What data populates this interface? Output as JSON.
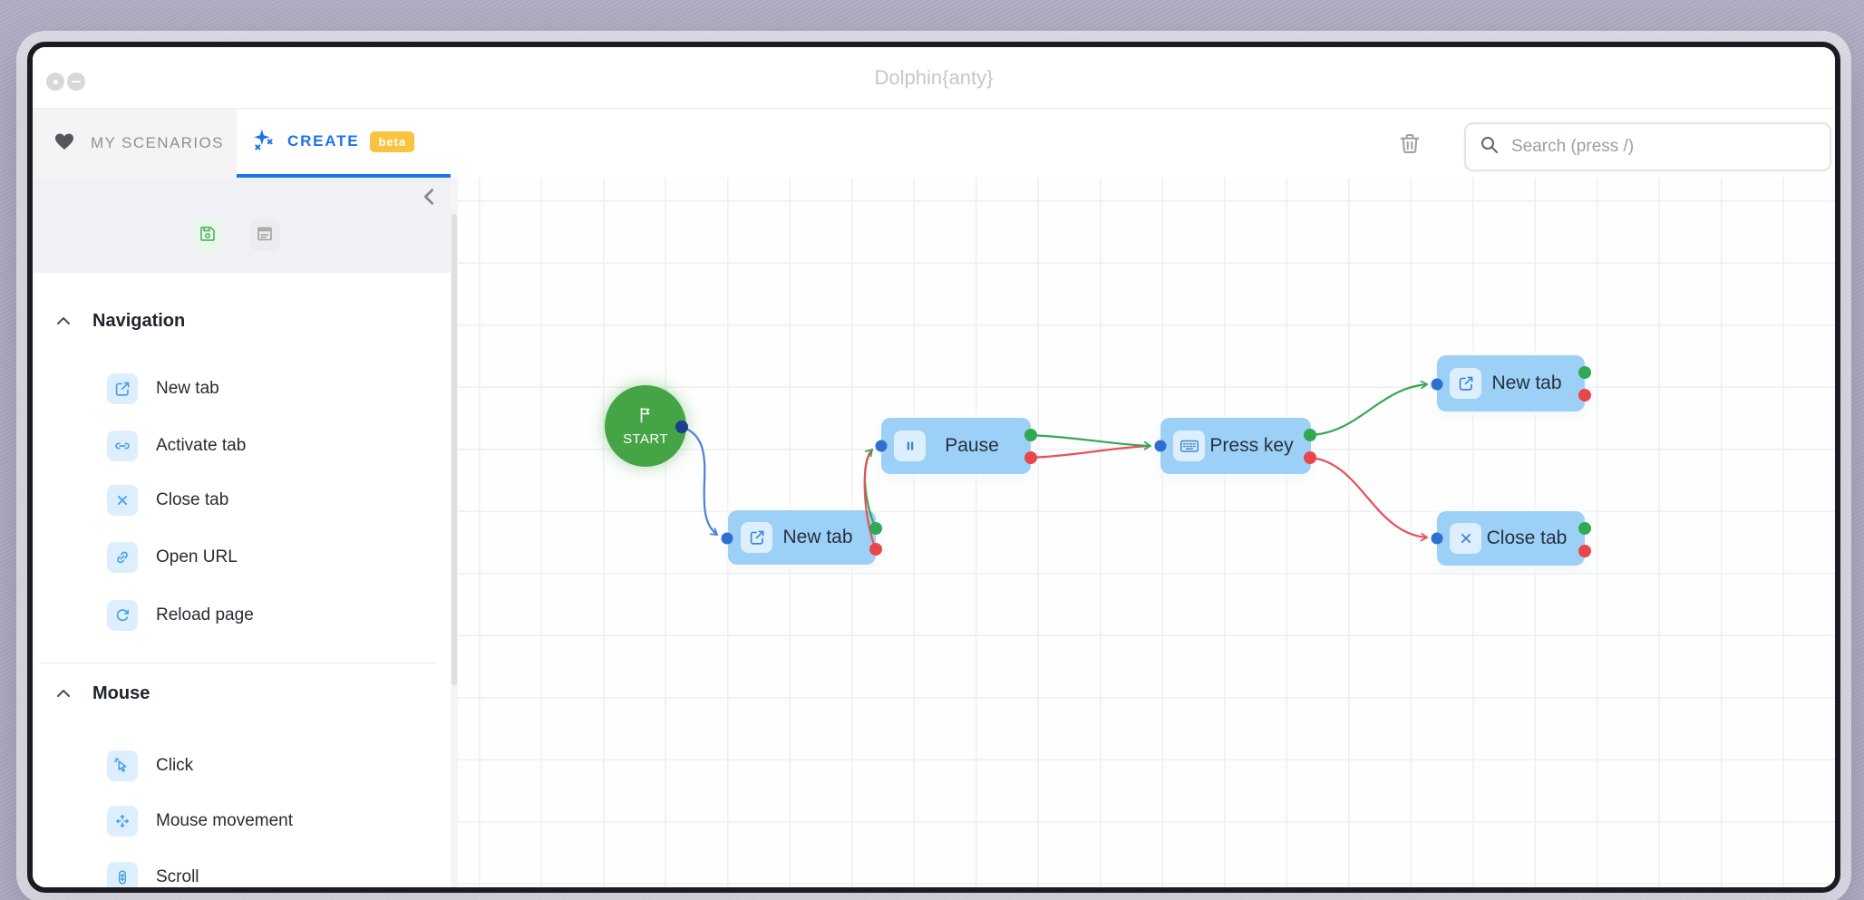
{
  "window": {
    "title": "Dolphin{anty}"
  },
  "tab_bar": {
    "my_scenarios": "MY SCENARIOS",
    "create": "CREATE",
    "beta": "beta"
  },
  "search": {
    "placeholder": "Search (press /)"
  },
  "sidebar": {
    "sections": [
      {
        "title": "Navigation",
        "items": [
          {
            "label": "New tab",
            "icon": "external-link"
          },
          {
            "label": "Activate tab",
            "icon": "link-horizontal"
          },
          {
            "label": "Close tab",
            "icon": "close-x"
          },
          {
            "label": "Open URL",
            "icon": "chain-link"
          },
          {
            "label": "Reload page",
            "icon": "reload-arrow"
          }
        ]
      },
      {
        "title": "Mouse",
        "items": [
          {
            "label": "Click",
            "icon": "cursor-click"
          },
          {
            "label": "Mouse movement",
            "icon": "move-arrows"
          },
          {
            "label": "Scroll",
            "icon": "mouse-scroll"
          }
        ]
      }
    ]
  },
  "canvas": {
    "start": {
      "label": "START",
      "icon": "flag"
    },
    "nodes": [
      {
        "label": "New tab",
        "icon": "external-link"
      },
      {
        "label": "Pause",
        "icon": "pause-bars"
      },
      {
        "label": "Press key",
        "icon": "keyboard"
      },
      {
        "label": "New tab",
        "icon": "external-link"
      },
      {
        "label": "Close tab",
        "icon": "close-x"
      }
    ]
  },
  "icons": [
    "heart-icon",
    "sparkles-icon",
    "trash-icon",
    "search-icon",
    "save-icon",
    "form-icon",
    "collapse-chevron-icon",
    "chevron-up-icon"
  ],
  "colors": {
    "accent_blue": "#1b74e8",
    "node_fill": "#9cd0f6",
    "start_green": "#45a546",
    "edge_blue": "#4a82d9",
    "edge_green": "#35a853",
    "edge_red": "#e8505a",
    "port_input_blue": "#2e6fd0",
    "port_start_navy": "#1d3f87",
    "port_success_green": "#2faa52",
    "port_error_red": "#e9454d",
    "beta_badge_bg": "#f9c33f"
  }
}
